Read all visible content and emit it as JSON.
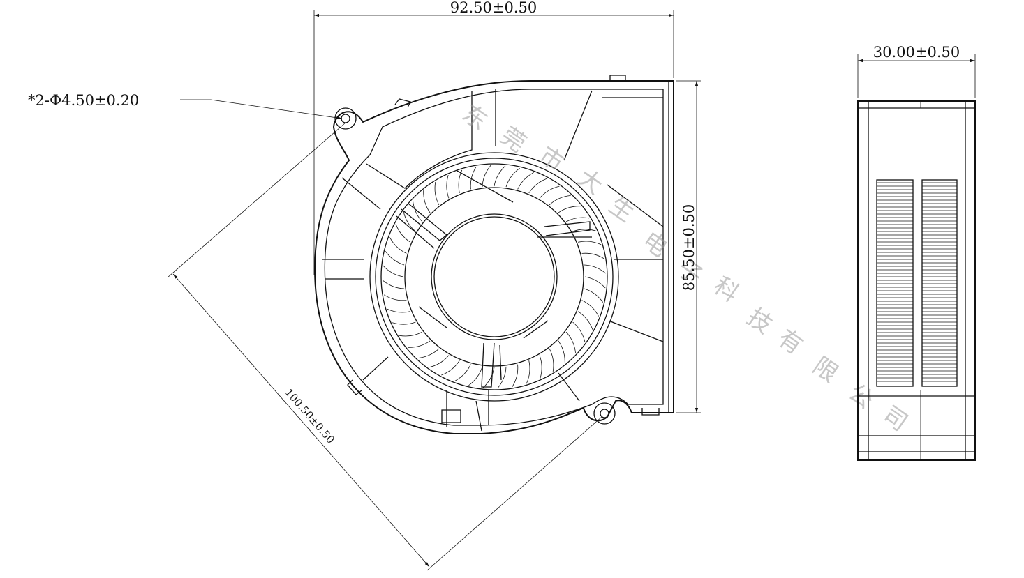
{
  "dimensions": {
    "width_top": "92.50±0.50",
    "height_right": "85.50±0.50",
    "diagonal": "100.50±0.50",
    "hole_callout": "*2-Φ4.50±0.20",
    "thickness_side": "30.00±0.50"
  },
  "watermark": {
    "characters": [
      "东",
      "莞",
      "市",
      "大",
      "生",
      "电",
      "子",
      "科",
      "技",
      "有",
      "限",
      "公",
      "司"
    ]
  },
  "colors": {
    "line": "#111111",
    "watermark": "#9a9a9a",
    "background": "#ffffff"
  }
}
